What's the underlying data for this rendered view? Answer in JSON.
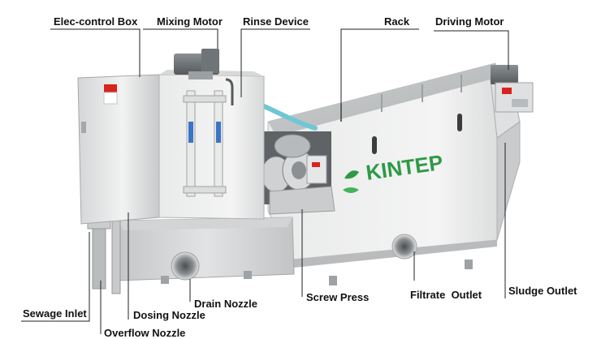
{
  "brand": {
    "logo_text": "KINTEP",
    "logo_color": "#2e9a46"
  },
  "labels": {
    "elec_control_box": "Elec-control Box",
    "mixing_motor": "Mixing Motor",
    "rinse_device": "Rinse Device",
    "rack": "Rack",
    "driving_motor": "Driving Motor",
    "sludge_outlet": "Sludge Outlet",
    "filtrate_outlet": "Filtrate  Outlet",
    "screw_press": "Screw Press",
    "drain_nozzle": "Drain Nozzle",
    "dosing_nozzle": "Dosing Nozzle",
    "sewage_inlet": "Sewage Inlet",
    "overflow_nozzle": "Overflow Nozzle"
  },
  "colors": {
    "steel_light": "#eceded",
    "steel_mid": "#c9cbcc",
    "steel_dark": "#8f9294",
    "motor_gray": "#6f7476",
    "rinse_hose": "#6fc7d6",
    "warning_red": "#d9231d",
    "leader_line": "#222222"
  }
}
